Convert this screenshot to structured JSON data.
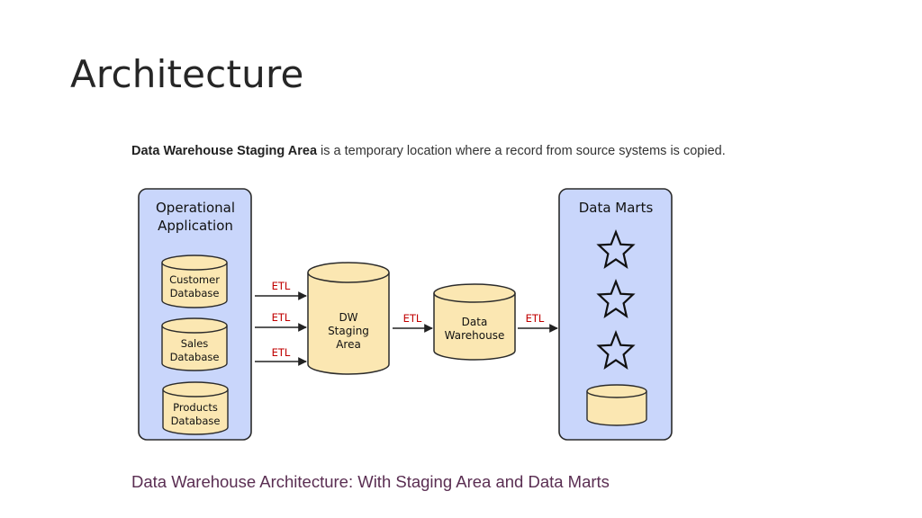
{
  "title": "Architecture",
  "intro": {
    "term": "Data Warehouse Staging Area",
    "rest": " is a temporary location where a record from source systems is copied."
  },
  "diagram": {
    "operational": {
      "title_line1": "Operational",
      "title_line2": "Application",
      "databases": [
        {
          "line1": "Customer",
          "line2": "Database"
        },
        {
          "line1": "Sales",
          "line2": "Database"
        },
        {
          "line1": "Products",
          "line2": "Database"
        }
      ]
    },
    "etl_labels": [
      "ETL",
      "ETL",
      "ETL",
      "ETL",
      "ETL"
    ],
    "staging": {
      "line1": "DW",
      "line2": "Staging",
      "line3": "Area"
    },
    "warehouse": {
      "line1": "Data",
      "line2": "Warehouse"
    },
    "data_marts": {
      "title": "Data Marts"
    }
  },
  "caption": "Data Warehouse Architecture: With Staging Area and Data Marts",
  "colors": {
    "panel_fill": "#c9d6fb",
    "panel_stroke": "#2b2b2b",
    "cylinder_fill": "#fbe7b2",
    "etl_label": "#c00000",
    "caption": "#5a2e52"
  }
}
